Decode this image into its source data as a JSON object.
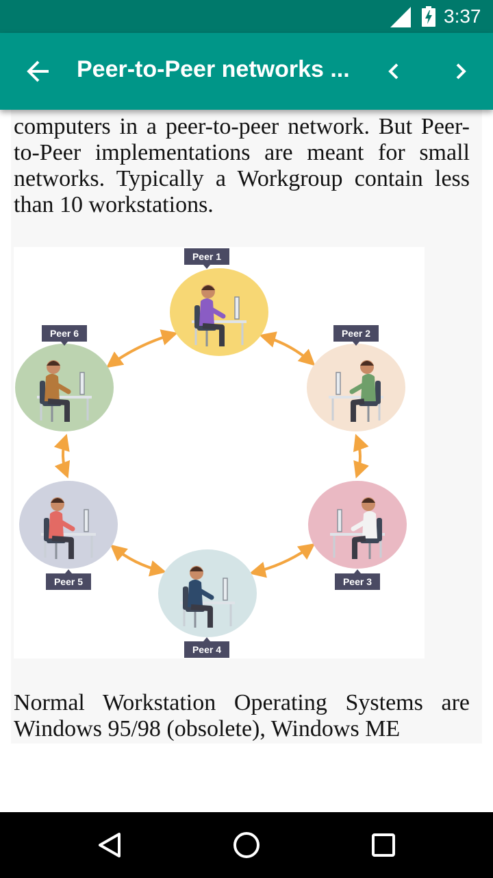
{
  "status_bar": {
    "time": "3:37"
  },
  "app_bar": {
    "title": "Peer-to-Peer networks ..."
  },
  "article": {
    "paragraph_top": "There is no limitation for the number of computers in a peer-to-peer network. But Peer-to-Peer implementations are meant for small networks. Typically a Workgroup contain less than 10 workstations.",
    "paragraph_bottom": "Normal Workstation Operating Systems are Windows 95/98 (obsolete), Windows ME"
  },
  "diagram": {
    "peers": [
      {
        "label": "Peer 1",
        "circle_color": "#f7d774",
        "shirt_color": "#8a5cc4"
      },
      {
        "label": "Peer 2",
        "circle_color": "#f6e3d2",
        "shirt_color": "#6f9f6a"
      },
      {
        "label": "Peer 3",
        "circle_color": "#eab9c3",
        "shirt_color": "#f2f2f2"
      },
      {
        "label": "Peer 4",
        "circle_color": "#d4e4e6",
        "shirt_color": "#2e4a6b"
      },
      {
        "label": "Peer 5",
        "circle_color": "#cfd2df",
        "shirt_color": "#e36a64"
      },
      {
        "label": "Peer 6",
        "circle_color": "#bcd3b0",
        "shirt_color": "#b5793b"
      }
    ],
    "arrow_color": "#f3a540",
    "label_color": "#4a4a63"
  }
}
